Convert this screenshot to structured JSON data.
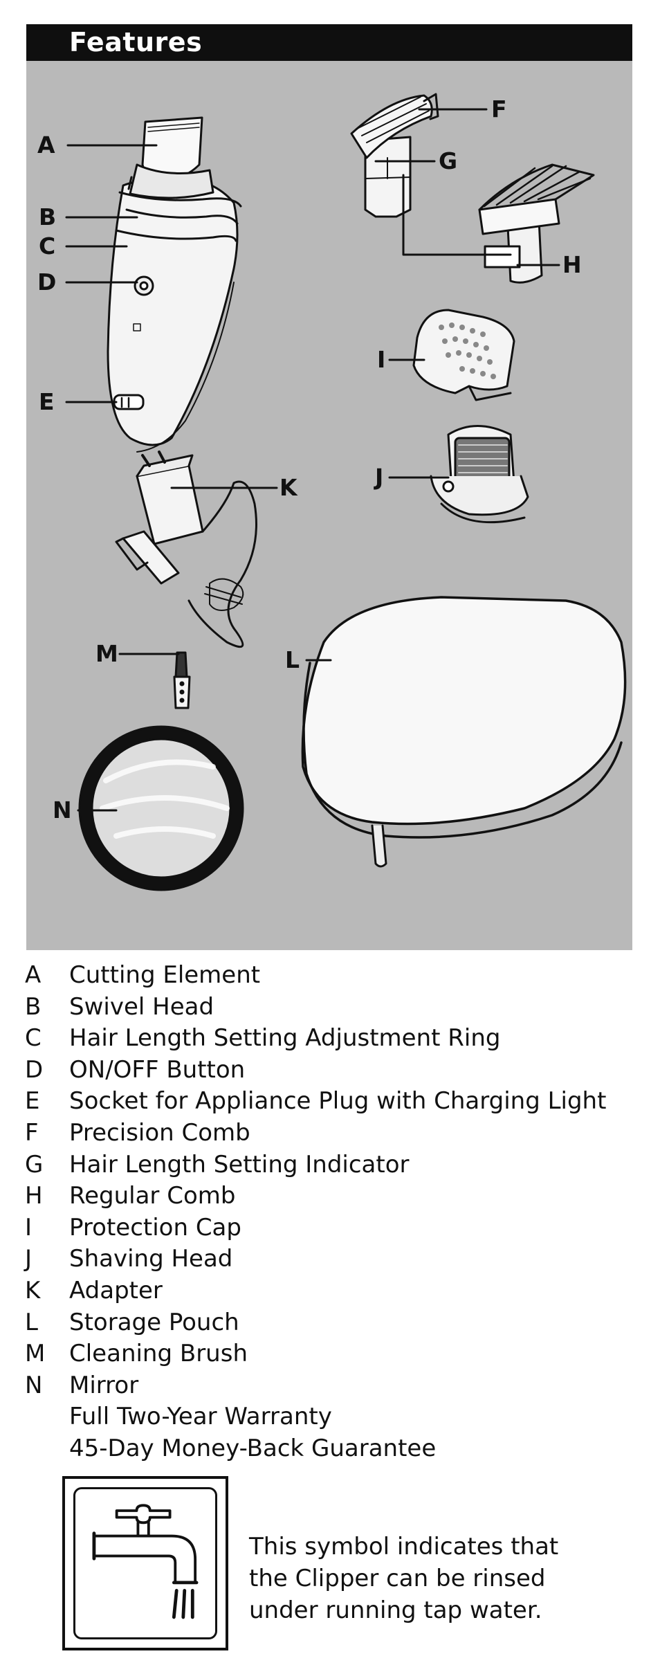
{
  "header": {
    "title": "Features"
  },
  "figure": {
    "labels": {
      "A": "A",
      "B": "B",
      "C": "C",
      "D": "D",
      "E": "E",
      "F": "F",
      "G": "G",
      "H": "H",
      "I": "I",
      "J": "J",
      "K": "K",
      "L": "L",
      "M": "M",
      "N": "N"
    }
  },
  "legend": {
    "items": [
      {
        "letter": "A",
        "text": "Cutting Element"
      },
      {
        "letter": "B",
        "text": "Swivel Head"
      },
      {
        "letter": "C",
        "text": "Hair Length Setting Adjustment Ring"
      },
      {
        "letter": "D",
        "text": "ON/OFF Button"
      },
      {
        "letter": "E",
        "text": "Socket for Appliance Plug with Charging Light"
      },
      {
        "letter": "F",
        "text": "Precision Comb"
      },
      {
        "letter": "G",
        "text": "Hair Length Setting Indicator"
      },
      {
        "letter": "H",
        "text": "Regular Comb"
      },
      {
        "letter": "I",
        "text": "Protection Cap"
      },
      {
        "letter": "J",
        "text": "Shaving Head"
      },
      {
        "letter": "K",
        "text": "Adapter"
      },
      {
        "letter": "L",
        "text": "Storage Pouch"
      },
      {
        "letter": "M",
        "text": "Cleaning Brush"
      },
      {
        "letter": "N",
        "text": "Mirror"
      },
      {
        "letter": "",
        "text": "Full Two-Year Warranty"
      },
      {
        "letter": "",
        "text": "45-Day Money-Back Guarantee"
      }
    ]
  },
  "symbol": {
    "icon": "tap-water-icon",
    "caption_lines": [
      "This symbol indicates that",
      "the Clipper can be rinsed",
      "under running tap water."
    ]
  },
  "colors": {
    "panel": "#b9b9b9",
    "header": "#0f0f0f",
    "line": "#111111",
    "device": "#ffffff"
  }
}
